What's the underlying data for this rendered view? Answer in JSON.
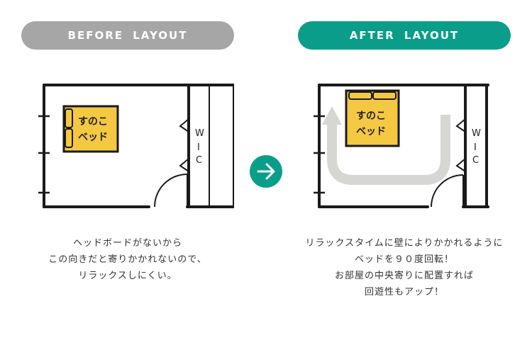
{
  "before": {
    "title": "BEFORE LAYOUT",
    "bed_line1": "すのこ",
    "bed_line2": "ベッド",
    "wic_w": "W",
    "wic_dash": "I",
    "wic_c": "C",
    "caption": [
      "ヘッドボードがないから",
      "この向きだと寄りかかれないので、",
      "リラックスしにくい。"
    ]
  },
  "after": {
    "title": "AFTER LAYOUT",
    "bed_line1": "すのこ",
    "bed_line2": "ベッド",
    "wic_w": "W",
    "wic_dash": "I",
    "wic_c": "C",
    "caption": [
      "リラックスタイムに壁によりかかれるように",
      "ベッドを９０度回転！",
      "お部屋の中央寄りに配置すれば",
      "回遊性もアップ！"
    ]
  },
  "colors": {
    "before_pill": "#a6a6a6",
    "after_pill": "#0a9e8a",
    "bed": "#f5c842",
    "path_arrow": "#d6d6d2",
    "wall": "#1a1a1a"
  },
  "icons": {
    "transition": "arrow-right-icon"
  }
}
